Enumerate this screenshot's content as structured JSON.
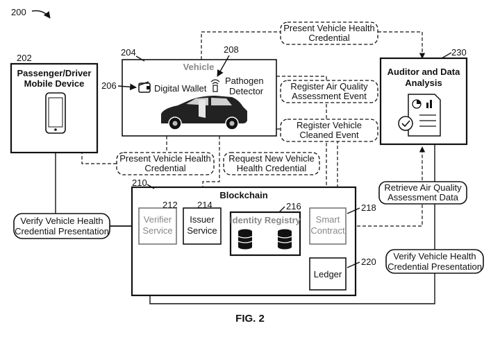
{
  "figure": {
    "id": "200",
    "caption": "FIG. 2"
  },
  "passenger": {
    "ref": "202",
    "title_line1": "Passenger/Driver",
    "title_line2": "Mobile Device"
  },
  "vehicle": {
    "ref": "204",
    "title": "Vehicle",
    "wallet_ref": "206",
    "wallet_label": "Digital Wallet",
    "detector_ref": "208",
    "detector_line1": "Pathogen",
    "detector_line2": "Detector"
  },
  "auditor": {
    "ref": "230",
    "title_line1": "Auditor and Data",
    "title_line2": "Analysis"
  },
  "blockchain": {
    "ref": "210",
    "title": "Blockchain",
    "verifier": {
      "ref": "212",
      "line1": "Verifier",
      "line2": "Service"
    },
    "issuer": {
      "ref": "214",
      "line1": "Issuer",
      "line2": "Service"
    },
    "registry": {
      "ref": "216",
      "label": "Identity Registry"
    },
    "contract": {
      "ref": "218",
      "line1": "Smart",
      "line2": "Contract"
    },
    "ledger": {
      "ref": "220",
      "label": "Ledger"
    }
  },
  "messages": {
    "present_top": {
      "line1": "Present Vehicle Health",
      "line2": "Credential"
    },
    "register_air": {
      "line1": "Register Air Quality",
      "line2": "Assessment Event"
    },
    "register_cleaned": {
      "line1": "Register Vehicle",
      "line2": "Cleaned Event"
    },
    "present_mid": {
      "line1": "Present Vehicle Health",
      "line2": "Credential"
    },
    "request_new": {
      "line1": "Request New Vehicle",
      "line2": "Health Credential"
    },
    "retrieve_air": {
      "line1": "Retrieve Air Quality",
      "line2": "Assessment Data"
    },
    "verify_left": {
      "line1": "Verify Vehicle Health",
      "line2": "Credential Presentation"
    },
    "verify_right": {
      "line1": "Verify Vehicle Health",
      "line2": "Credential Presentation"
    }
  }
}
